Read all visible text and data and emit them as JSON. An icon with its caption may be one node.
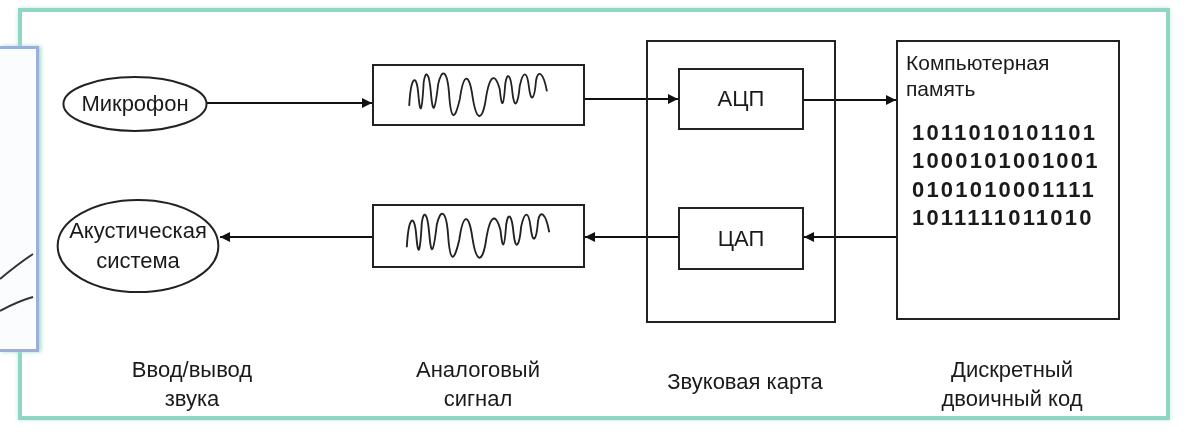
{
  "diagram": {
    "nodes": [
      {
        "text": [
          "Микрофон"
        ]
      },
      {
        "text": [],
        "shape": "picture"
      },
      {
        "text": [],
        "shape": "box"
      },
      {
        "text": [
          "АЦП"
        ],
        "in": 2
      },
      {
        "text": [
          "Компьютерная память",
          "1011010101101 1000101001001 0101010001111 1011111011010"
        ]
      },
      {
        "text": [
          "Акустическая система"
        ]
      },
      {
        "text": [],
        "shape": "picture"
      },
      {
        "text": [
          "ЦАП"
        ],
        "in": 2
      }
    ],
    "edges": [
      {
        "from": 0,
        "to": 1,
        "arrow": "to"
      },
      {
        "from": 1,
        "to": 3,
        "arrow": "to"
      },
      {
        "from": 3,
        "to": 4,
        "arrow": "to"
      },
      {
        "from": 4,
        "to": 7,
        "arrow": "to"
      },
      {
        "from": 7,
        "to": 6,
        "arrow": "to"
      },
      {
        "from": 6,
        "to": 5,
        "arrow": "to"
      }
    ],
    "labels": [
      "Ввод/вывод звука",
      "Аналоговый сигнал",
      "Звуковая карта",
      "Дискретный двоичный код"
    ]
  }
}
